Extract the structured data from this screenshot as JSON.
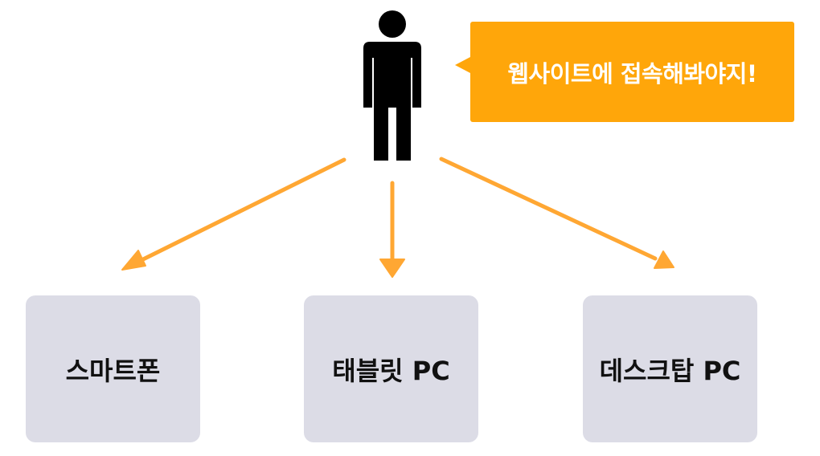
{
  "speech_bubble": {
    "text": "웹사이트에 접속해봐야지!",
    "color": "#FFA60A"
  },
  "person": {
    "icon": "person-icon",
    "color": "#000000"
  },
  "arrows": {
    "color": "#FFA733"
  },
  "devices": [
    {
      "label": "스마트폰"
    },
    {
      "label": "태블릿 PC"
    },
    {
      "label": "데스크탑 PC"
    }
  ],
  "box_color": "#DCDCE6"
}
